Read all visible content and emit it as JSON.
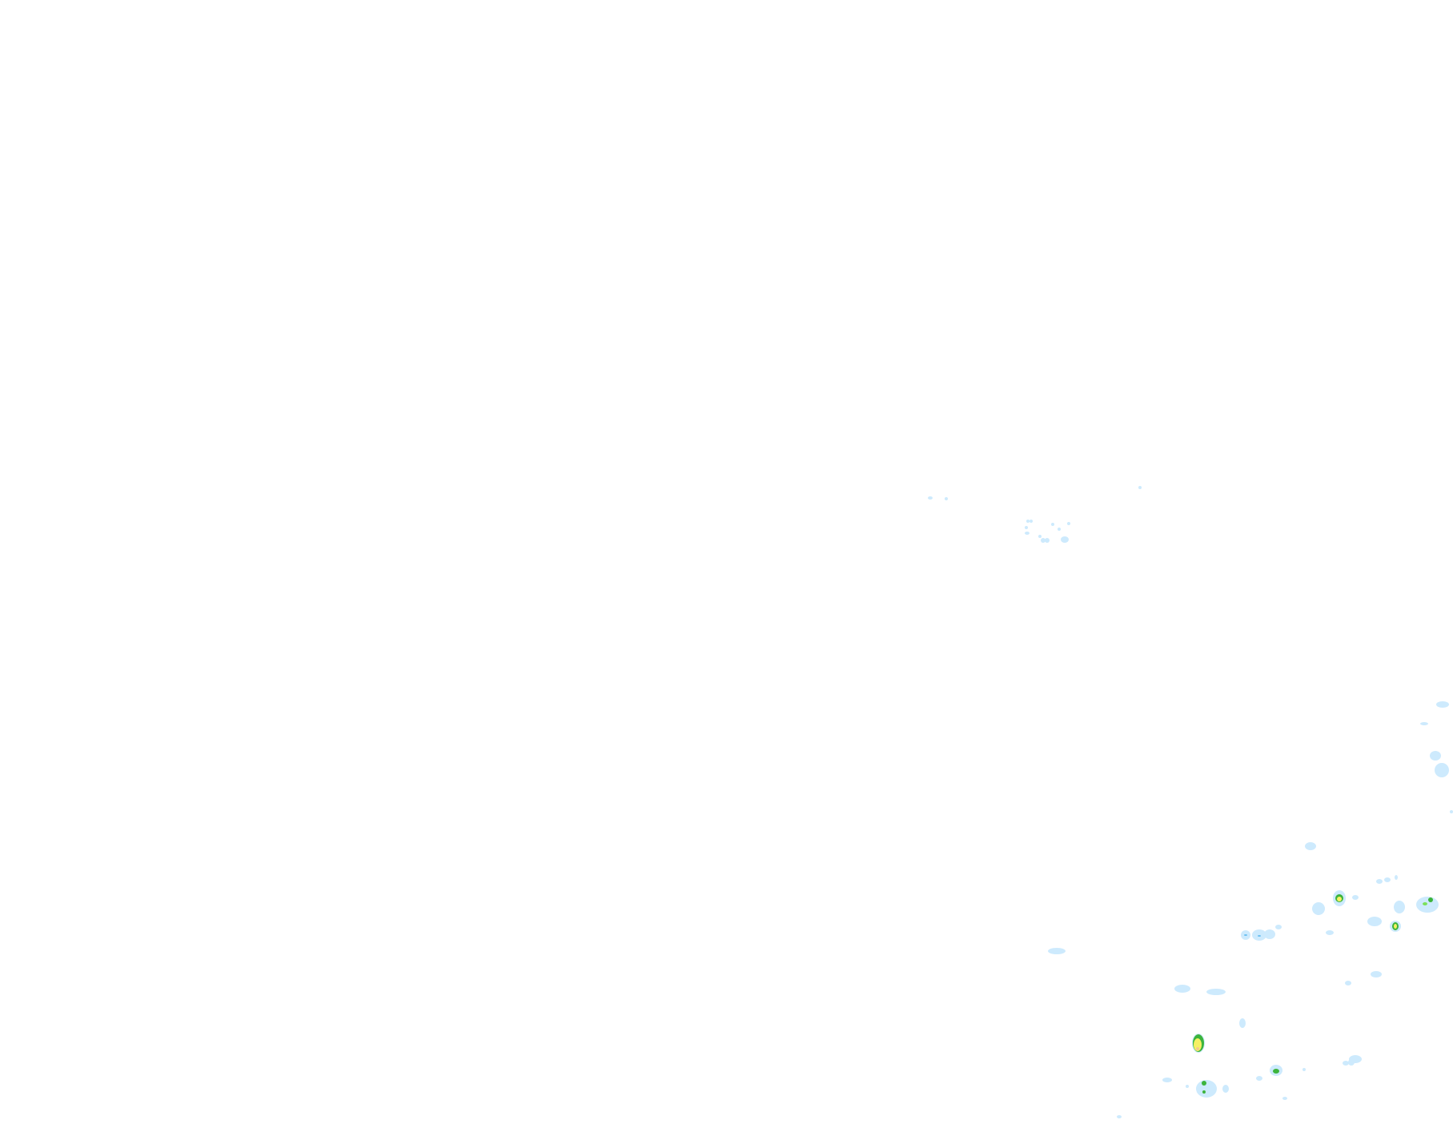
{
  "map": {
    "layer": "precipitation-radar",
    "intensity_levels": [
      "light",
      "moderate",
      "heavy"
    ],
    "colors": {
      "background": "#ffffff",
      "light": "#cdeafd",
      "light_edge": "#6cc0f0",
      "moderate": "#3cb43c",
      "moderate_light": "#7be05a",
      "heavy": "#f5f064",
      "heavy_core": "#f3c88c"
    }
  }
}
